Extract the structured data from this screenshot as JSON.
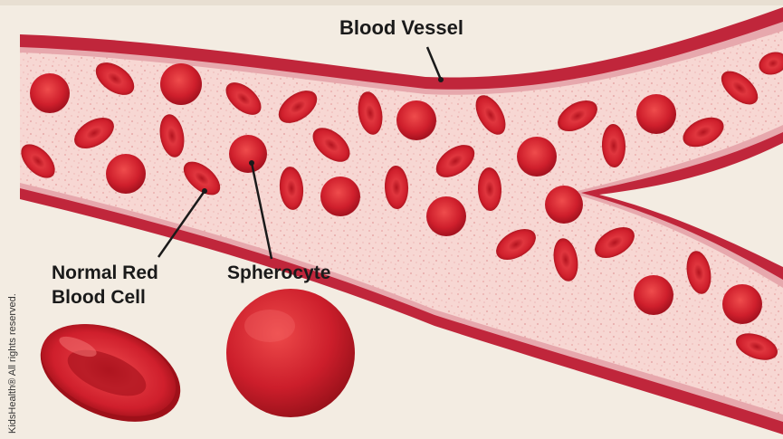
{
  "labels": {
    "blood_vessel": "Blood Vessel",
    "normal_line1": "Normal Red",
    "normal_line2": "Blood Cell",
    "spherocyte": "Spherocyte"
  },
  "credit": "KidsHealth® All rights reserved.",
  "colors": {
    "background": "#f3ece2",
    "vessel_wall": "#c0263b",
    "vessel_wall_light": "#e6a9ae",
    "plasma": "#f7d8d4",
    "cell": "#cf1f2c",
    "cell_dark": "#8e0f1b",
    "cell_light": "#ef5a5a",
    "text": "#1a1a1a"
  }
}
